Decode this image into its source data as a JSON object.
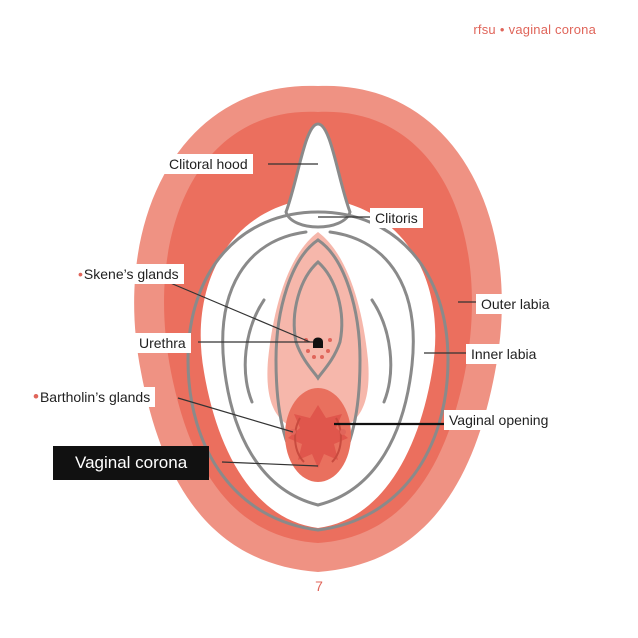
{
  "header": {
    "brand": "rfsu",
    "separator": "•",
    "topic": "vaginal corona"
  },
  "labels": {
    "clitoral_hood": "Clitoral hood",
    "clitoris": "Clitoris",
    "skenes_glands": "Skene’s glands",
    "outer_labia": "Outer labia",
    "urethra": "Urethra",
    "inner_labia": "Inner labia",
    "bartholins_glands": "Bartholin’s glands",
    "vaginal_opening": "Vaginal opening",
    "vaginal_corona": "Vaginal corona"
  },
  "page_number": "7",
  "colors": {
    "outer_ring": "#ef9283",
    "labia_fill": "#eb6f5e",
    "inner_light": "#f6b7ab",
    "opening": "#e9705e",
    "corona": "#e0564c",
    "outline": "#8a8a8a",
    "accent_text": "#e0655a"
  }
}
